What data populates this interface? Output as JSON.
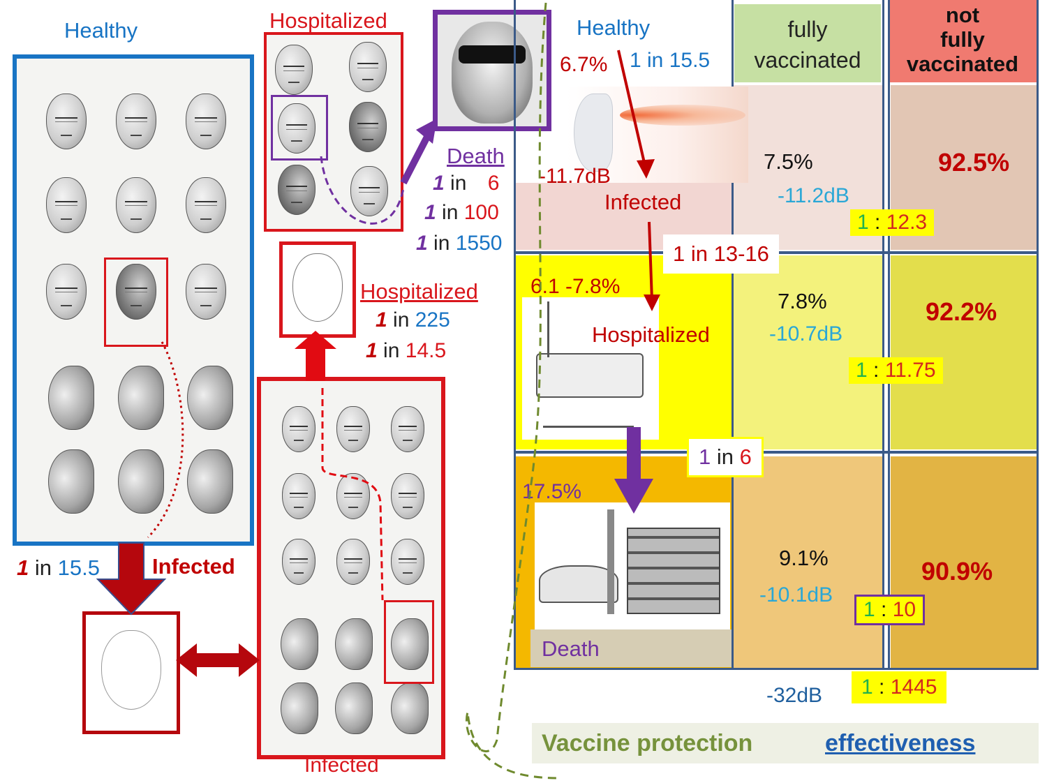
{
  "left_panel": {
    "healthy_title": "Healthy",
    "infected_caption": "Infected",
    "one_in": "1",
    "in_word": "in",
    "infected_rate": "15.5"
  },
  "middle_panel": {
    "hospitalized_title_top": "Hospitalized",
    "hospitalized_title_mid": "Hospitalized",
    "hospitalized_rate_1": "225",
    "hospitalized_rate_2": "14.5",
    "death_title": "Death",
    "death_rate_1": "6",
    "death_rate_2": "100",
    "death_rate_3": "1550",
    "infected_bottom": "Infected"
  },
  "table": {
    "col_vaccinated": "fully vaccinated",
    "col_unvaccinated_l1": "not",
    "col_unvaccinated_l2": "fully",
    "col_unvaccinated_l3": "vaccinated",
    "row_infected": {
      "healthy_label": "Healthy",
      "pct_left": "6.7%",
      "rate": "1 in 15.5",
      "db_left": "-11.7dB",
      "label": "Infected",
      "vaccinated_pct": "7.5%",
      "vaccinated_db": "-11.2dB",
      "unvaccinated_pct": "92.5%",
      "ratio_a": "1",
      "ratio_b": "12.3"
    },
    "row_hospitalized": {
      "transition": "1 in 13-16",
      "pct_left": "6.1 -7.8%",
      "label": "Hospitalized",
      "vaccinated_pct": "7.8%",
      "vaccinated_db": "-10.7dB",
      "unvaccinated_pct": "92.2%",
      "ratio_a": "1",
      "ratio_b": "11.75"
    },
    "row_death": {
      "transition_a": "1",
      "transition_in": "in",
      "transition_b": "6",
      "pct_left": "17.5%",
      "label": "Death",
      "vaccinated_pct": "9.1%",
      "vaccinated_db": "-10.1dB",
      "unvaccinated_pct": "90.9%",
      "ratio_a": "1",
      "ratio_b": "10"
    },
    "total_db": "-32dB",
    "total_ratio_a": "1",
    "total_ratio_b": "1445",
    "ratio_sep": ":"
  },
  "footer": {
    "title_part1": "Vaccine protection",
    "title_part2": "effectiveness"
  },
  "colors": {
    "blue_frame": "#1874c4",
    "red_frame": "#d9161c",
    "dark_red_arrow": "#b5070d",
    "purple": "#7030a0",
    "green_header": "#c6e0a3",
    "red_header": "#f07a70",
    "infected_row": "#f2d6d2",
    "hospital_row": "#f0ef6a",
    "death_row": "#e8b648",
    "teal_text": "#2aa7d6"
  }
}
